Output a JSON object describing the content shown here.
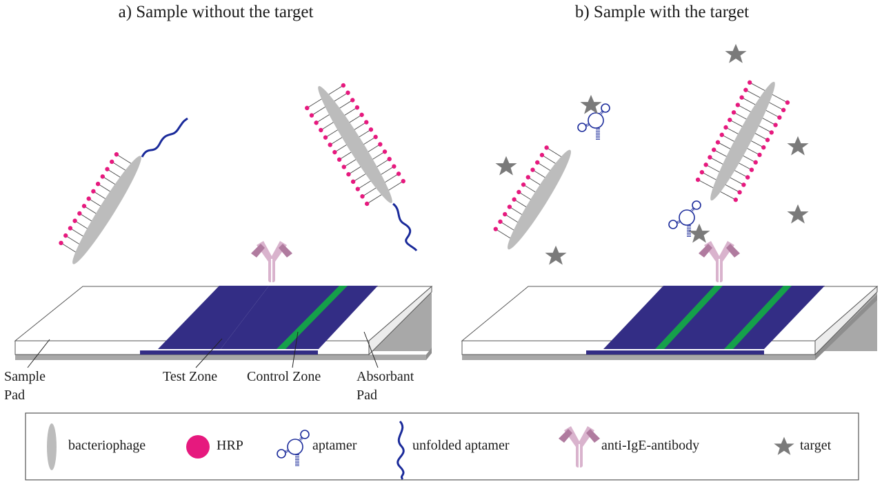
{
  "panels": {
    "a": {
      "title": "a) Sample without the target"
    },
    "b": {
      "title": "b) Sample with the target"
    }
  },
  "strip_labels": {
    "sample_pad": [
      "Sample",
      "Pad"
    ],
    "test_zone": "Test Zone",
    "control_zone": "Control Zone",
    "absorbant_pad": [
      "Absorbant",
      "Pad"
    ]
  },
  "legend": {
    "items": [
      {
        "icon": "bacteriophage-icon",
        "label": "bacteriophage"
      },
      {
        "icon": "hrp-icon",
        "label": "HRP"
      },
      {
        "icon": "aptamer-icon",
        "label": "aptamer"
      },
      {
        "icon": "unfolded-aptamer-icon",
        "label": "unfolded aptamer"
      },
      {
        "icon": "antibody-icon",
        "label": "anti-IgE-antibody"
      },
      {
        "icon": "target-star-icon",
        "label": "target"
      }
    ]
  },
  "colors": {
    "phage": "#bcbcbc",
    "hrp": "#e6197e",
    "aptamer": "#1a2a9a",
    "antibody": "#d9b3cd",
    "antibody_dark": "#b07b9f",
    "target": "#7a7a7a",
    "membrane": "#332d85",
    "zone_line": "#15a04a",
    "strip_side": "#a8a8a8"
  }
}
